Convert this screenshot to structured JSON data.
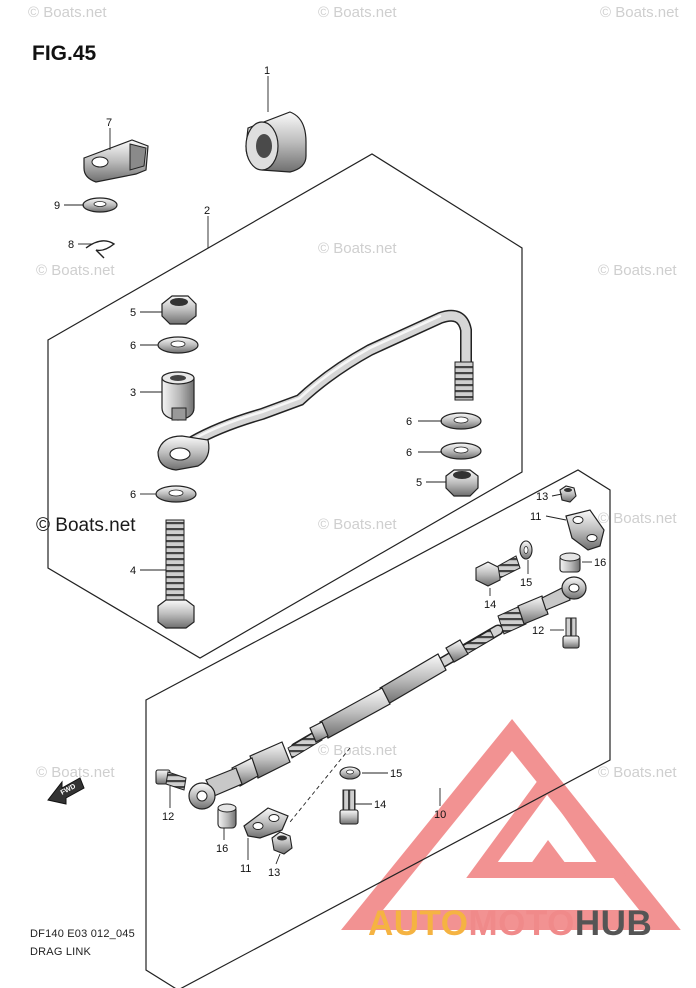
{
  "figure": {
    "title": "FIG.45",
    "code": "DF140 E03 012_045",
    "name": "DRAG LINK"
  },
  "watermark": {
    "text": "© Boats.net",
    "copyright": "© Boats.net"
  },
  "brand": {
    "part1": "AUTO",
    "part2": "MOTO",
    "part3": "HUB",
    "color1": "#f5b342",
    "color2": "#f08a8a",
    "color3": "#555555"
  },
  "fwd_label": "FWD",
  "callouts": {
    "c1": "1",
    "c2": "2",
    "c3": "3",
    "c4": "4",
    "c5a": "5",
    "c5b": "5",
    "c6a": "6",
    "c6b": "6",
    "c6c": "6",
    "c6d": "6",
    "c7": "7",
    "c8": "8",
    "c9": "9",
    "c10": "10",
    "c11a": "11",
    "c11b": "11",
    "c12a": "12",
    "c12b": "12",
    "c13a": "13",
    "c13b": "13",
    "c14a": "14",
    "c14b": "14",
    "c15a": "15",
    "c15b": "15",
    "c16a": "16",
    "c16b": "16"
  }
}
